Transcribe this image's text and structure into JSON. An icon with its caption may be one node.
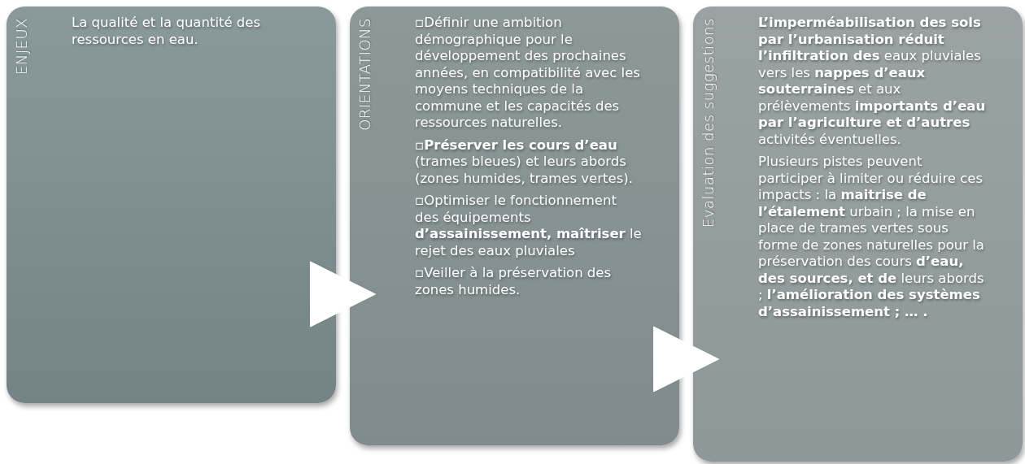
{
  "diagram": {
    "nodes": [
      {
        "text": [
          "ENJEUX",
          "La qualité et la quantité des ressources en eau."
        ]
      },
      {
        "text": [
          "ORIENTATIONS",
          "▫Définir une ambition démographique pour le développement des prochaines années, en compatibilité avec les moyens techniques de la commune et les capacités des ressources naturelles.",
          "▫**Préserver les cours d’eau** (trames bleues) et leurs abords (zones humides, trames vertes).",
          "▫Optimiser le fonctionnement des équipements **d’assainissement, maîtriser** le rejet des eaux pluviales",
          "▫Veiller à la préservation des zones humides."
        ]
      },
      {
        "text": [
          "Evaluation des suggestions",
          "**L’imperméabilisation des sols par l’urbanisation réduit l’infiltration des** eaux pluviales vers les **nappes d’eaux souterraines** et aux prélèvements **importants d’eau par l’agriculture et d’autres** activités éventuelles.",
          "Plusieurs pistes peuvent participer à limiter ou réduire ces impacts : la **maitrise de l’étalement** urbain ; la mise en place de trames vertes sous forme de zones naturelles pour la préservation des cours **d’eau, des sources, et de** leurs abords ; **l’amélioration des systèmes d’assainissement ; … .**"
        ]
      }
    ],
    "edges": [
      {
        "from": 0,
        "to": 1,
        "arrow": "to"
      },
      {
        "from": 1,
        "to": 2,
        "arrow": "to"
      }
    ]
  }
}
